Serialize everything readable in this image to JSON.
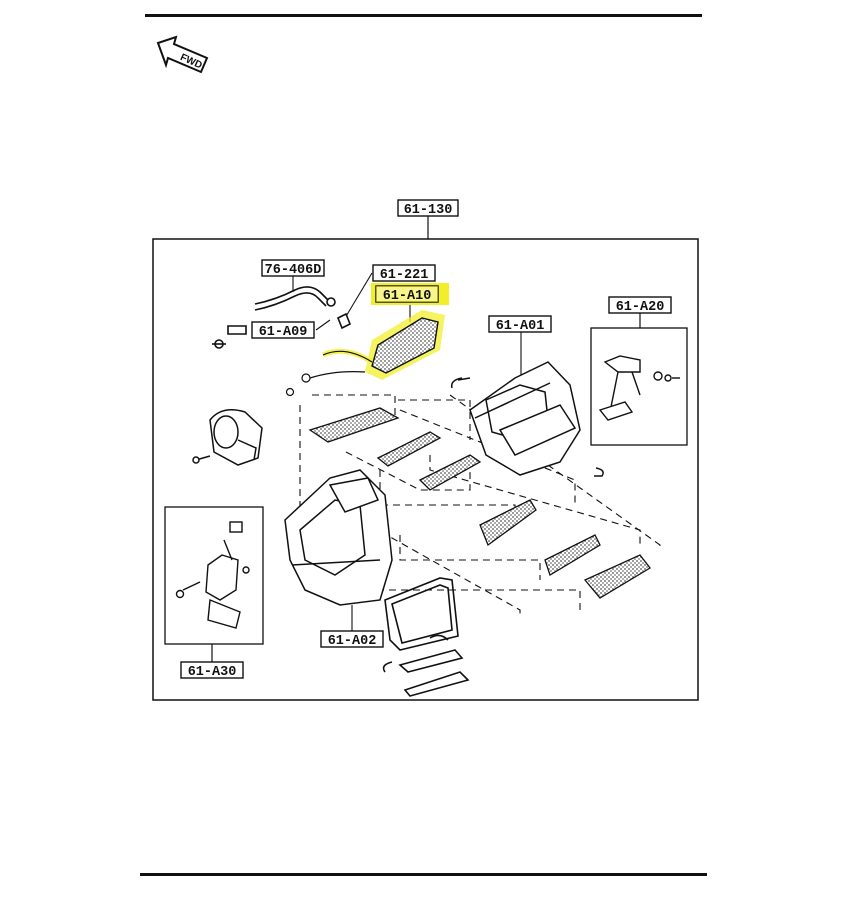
{
  "orientation": {
    "label": "FWD",
    "icon": "forward-arrow-icon"
  },
  "assembly": {
    "ref": "61-130"
  },
  "callouts": [
    {
      "key": "76-406D",
      "text": "76-406D",
      "highlighted": false
    },
    {
      "key": "61-221",
      "text": "61-221",
      "highlighted": false
    },
    {
      "key": "61-A10",
      "text": "61-A10",
      "highlighted": true
    },
    {
      "key": "61-A09",
      "text": "61-A09",
      "highlighted": false
    },
    {
      "key": "61-A01",
      "text": "61-A01",
      "highlighted": false
    },
    {
      "key": "61-A20",
      "text": "61-A20",
      "highlighted": false
    },
    {
      "key": "61-A02",
      "text": "61-A02",
      "highlighted": false
    },
    {
      "key": "61-A30",
      "text": "61-A30",
      "highlighted": false
    }
  ],
  "colors": {
    "line": "#111111",
    "highlight": "#f2ef2a",
    "filter_texture": "#9a9a9a",
    "background": "#ffffff"
  }
}
